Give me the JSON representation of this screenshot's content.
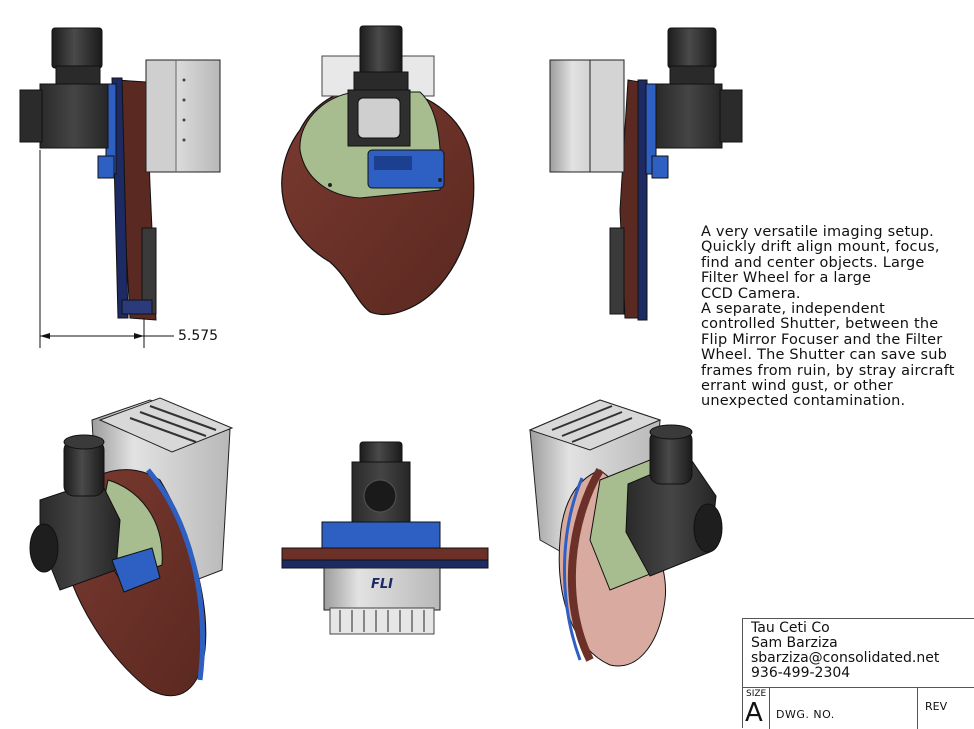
{
  "description_lines": [
    "A very versatile imaging setup.",
    "Quickly drift align mount, focus,",
    "find and center objects. Large",
    "Filter Wheel for a large",
    "CCD Camera.",
    "A separate, independent",
    "controlled Shutter, between the",
    "Flip Mirror Focuser and the Filter",
    "Wheel. The Shutter can save sub",
    "frames from ruin, by stray aircraft",
    "errant wind gust, or other",
    "unexpected contamination."
  ],
  "dimension": {
    "value": "5.575"
  },
  "title_block": {
    "company": "Tau Ceti Co",
    "name": "Sam Barziza",
    "email": "sbarziza@consolidated.net",
    "phone": "936-499-2304",
    "size_label": "SIZE",
    "size_value": "A",
    "dwg_label": "DWG.  NO.",
    "rev_label": "REV"
  },
  "logo_text": "FLI",
  "colors": {
    "wheel_brown": "#6b3128",
    "wheel_pink": "#d9aba0",
    "focuser_green": "#a8bd8f",
    "shutter_blue": "#2e5fc2",
    "plate_navy": "#1d2a63",
    "camera_gray": "#c9c9c9",
    "dark_body": "#2f2f2f"
  }
}
